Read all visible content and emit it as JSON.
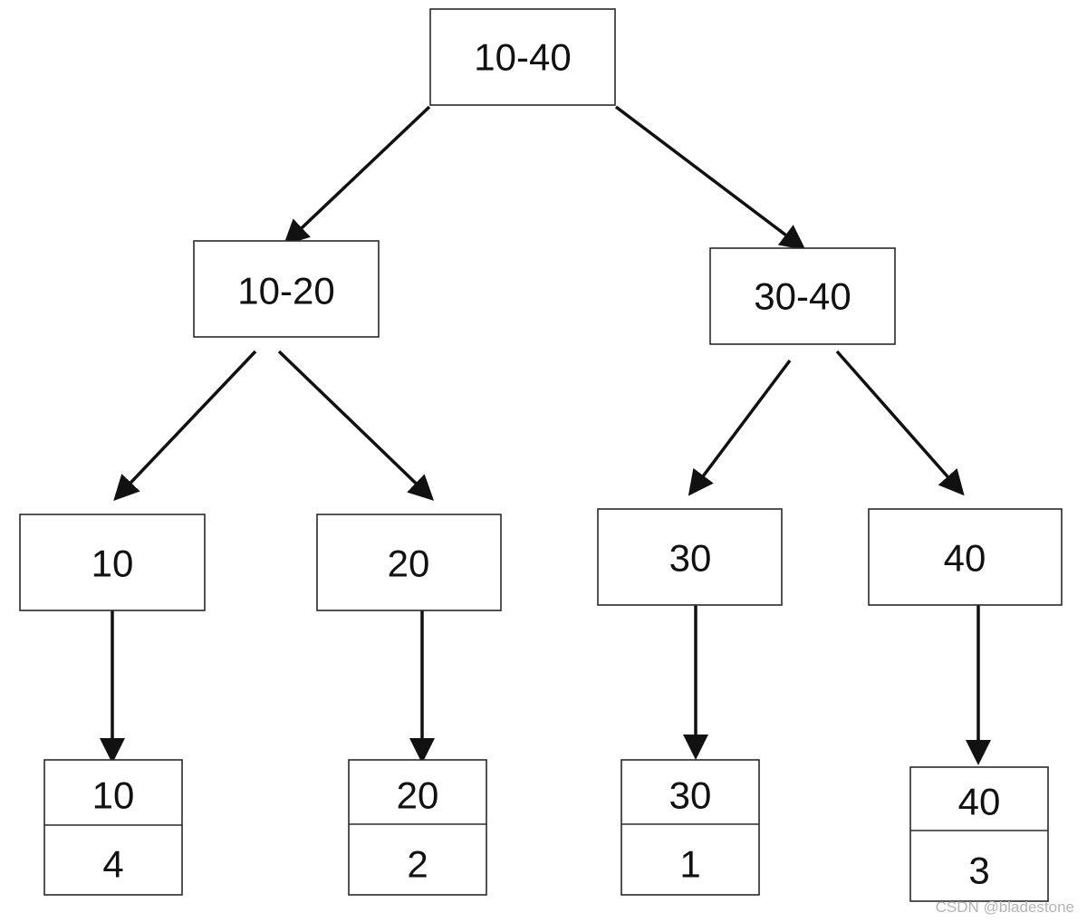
{
  "tree": {
    "root": {
      "label": "10-40"
    },
    "level1": [
      {
        "label": "10-20"
      },
      {
        "label": "30-40"
      }
    ],
    "level2": [
      {
        "label": "10"
      },
      {
        "label": "20"
      },
      {
        "label": "30"
      },
      {
        "label": "40"
      }
    ],
    "leaves": [
      {
        "key": "10",
        "value": "4"
      },
      {
        "key": "20",
        "value": "2"
      },
      {
        "key": "30",
        "value": "1"
      },
      {
        "key": "40",
        "value": "3"
      }
    ]
  },
  "watermark": "CSDN @bladestone"
}
